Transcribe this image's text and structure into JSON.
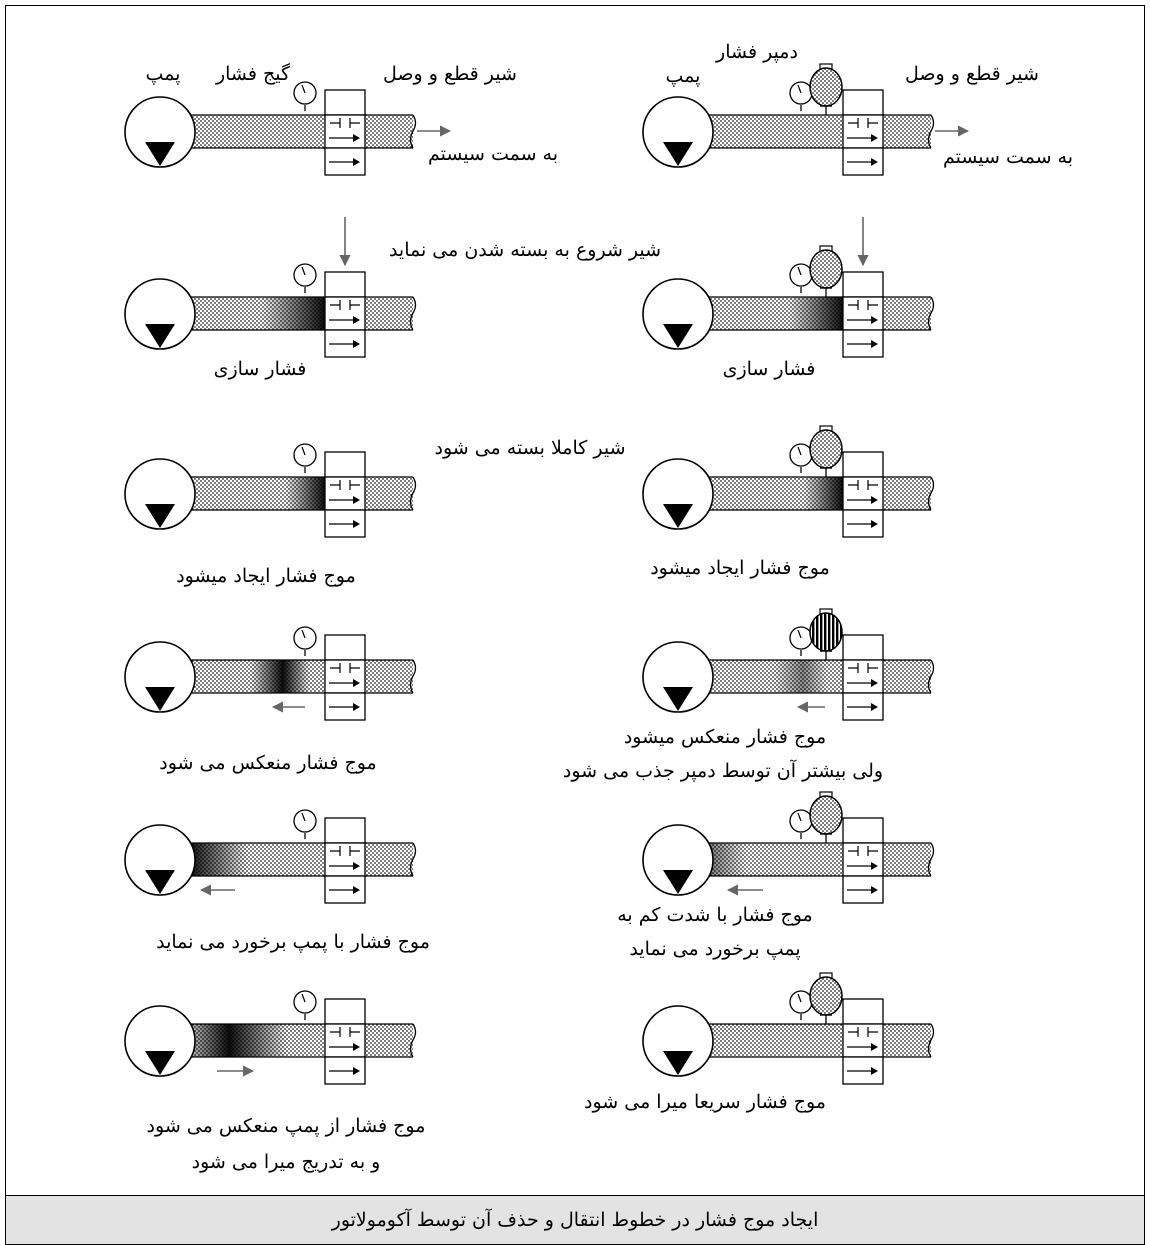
{
  "caption": "ایجاد موج فشار در خطوط انتقال و حذف آن توسط آکومولاتور",
  "labels": {
    "pump": "پمپ",
    "gauge": "گیج فشار",
    "valve": "شیر قطع و وصل",
    "damper": "دمپر فشار",
    "to_system": "به سمت سیستم",
    "valve_start_closing": "شیر شروع به بسته شدن می نماید",
    "valve_fully_closed": "شیر کاملا بسته می شود"
  },
  "left_column_steps": [
    "",
    "فشار سازی",
    "موج فشار ایجاد میشود",
    "موج فشار منعکس می شود",
    "موج فشار با پمپ برخورد می نماید",
    "موج فشار از پمپ منعکس می شود|و به تدریج میرا می شود"
  ],
  "right_column_steps": [
    "",
    "فشار سازی",
    "موج فشار ایجاد میشود",
    "موج فشار منعکس میشود|ولی بیشتر آن توسط دمپر جذب می شود",
    "موج فشار با شدت کم به|پمپ برخورد می نماید",
    "موج فشار سریعا میرا می شود"
  ]
}
